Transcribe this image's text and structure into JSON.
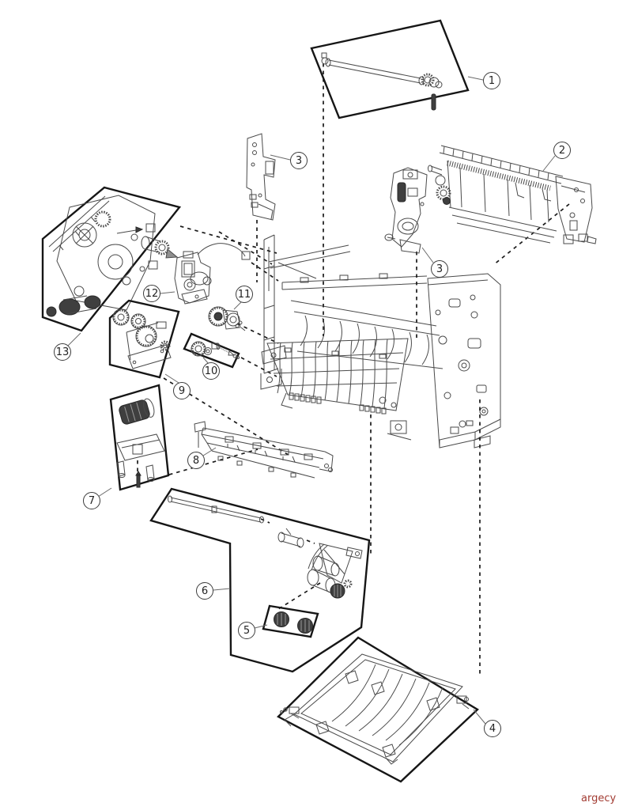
{
  "diagram": {
    "description": "Exploded printer parts diagram with numbered callouts",
    "callouts": [
      {
        "id": "1",
        "label": "1"
      },
      {
        "id": "2",
        "label": "2"
      },
      {
        "id": "3a",
        "label": "3"
      },
      {
        "id": "3b",
        "label": "3"
      },
      {
        "id": "4",
        "label": "4"
      },
      {
        "id": "5",
        "label": "5"
      },
      {
        "id": "6",
        "label": "6"
      },
      {
        "id": "7",
        "label": "7"
      },
      {
        "id": "8",
        "label": "8"
      },
      {
        "id": "9",
        "label": "9"
      },
      {
        "id": "10",
        "label": "10"
      },
      {
        "id": "11",
        "label": "11"
      },
      {
        "id": "12",
        "label": "12"
      },
      {
        "id": "13",
        "label": "13"
      }
    ],
    "colors": {
      "background": "#ffffff",
      "line": "#4a4a4a",
      "box_outline": "#161616",
      "watermark": "#a23b32"
    },
    "watermark": {
      "text": "argecy"
    }
  }
}
